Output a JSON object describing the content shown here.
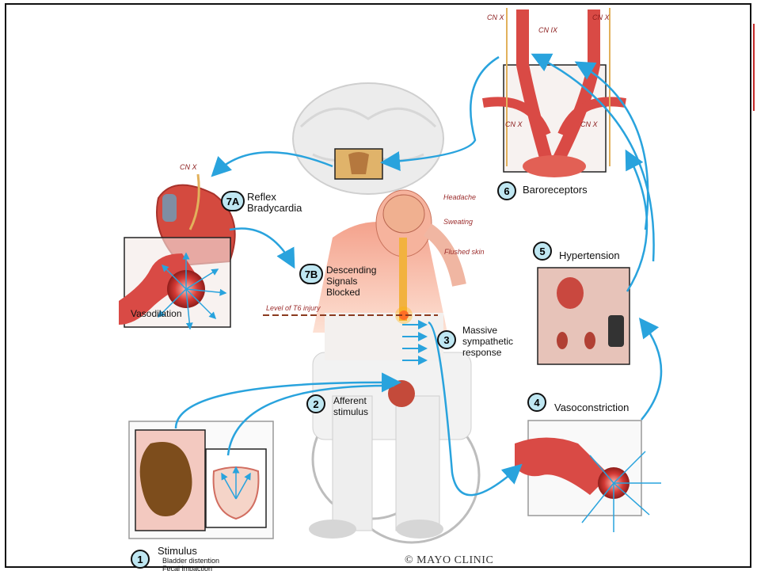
{
  "steps": {
    "s1": {
      "num": "1",
      "title": "Stimulus",
      "line1": "Bladder distention",
      "line2": "Fecal impaction"
    },
    "s2": {
      "num": "2",
      "line1": "Afferent",
      "line2": "stimulus"
    },
    "s3": {
      "num": "3",
      "line1": "Massive",
      "line2": "sympathetic",
      "line3": "response"
    },
    "s4": {
      "num": "4",
      "title": "Vasoconstriction"
    },
    "s5": {
      "num": "5",
      "title": "Hypertension"
    },
    "s6": {
      "num": "6",
      "title": "Baroreceptors"
    },
    "s7a": {
      "num": "7A",
      "line1": "Reflex",
      "line2": "Bradycardia"
    },
    "s7b": {
      "num": "7B",
      "line1": "Descending",
      "line2": "Signals",
      "line3": "Blocked"
    }
  },
  "labels": {
    "vasodilation": "Vasodilation",
    "cnx": "CN X",
    "cnix": "CN IX",
    "headache": "Headache",
    "sweating": "Sweating",
    "flushed": "Flushed skin",
    "level": "Level of T6 injury",
    "copyright": "© MAYO CLINIC"
  },
  "colors": {
    "arrow": "#29a3dd",
    "artery": "#d9443f",
    "badge": "#bfe7f2",
    "annotation": "#9b2c2c"
  }
}
